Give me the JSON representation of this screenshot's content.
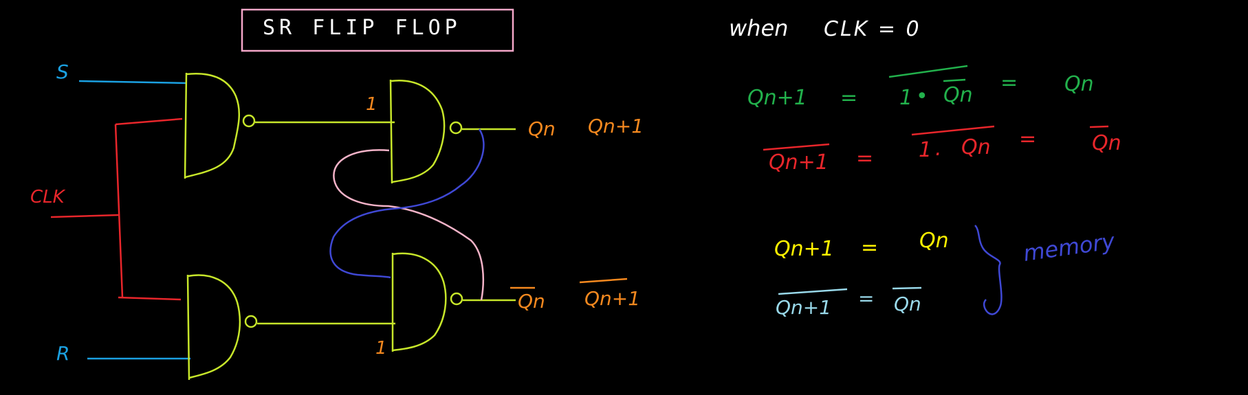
{
  "title": "SR FLIP FLOP",
  "inputs": {
    "s": "S",
    "r": "R",
    "clk": "CLK"
  },
  "gate_inputs": {
    "top": "1",
    "bottom": "1"
  },
  "outputs": {
    "q_n": "Qn",
    "q_n1": "Qn+1",
    "q_n_bar": "Qn",
    "q_n1_bar": "Qn+1"
  },
  "condition": {
    "when": "when",
    "expr": "CLK = 0"
  },
  "eq1": {
    "lhs": "Qn+1",
    "eq": "=",
    "mid_one": "1",
    "mid_dot": "•",
    "mid_var": "Qn",
    "eq2": "=",
    "rhs": "Qn"
  },
  "eq2": {
    "lhs": "Qn+1",
    "eq": "=",
    "mid_one": "1",
    "mid_dot": ".",
    "mid_var": "Qn",
    "eq2": "=",
    "rhs": "Qn"
  },
  "result": {
    "lhs1": "Qn+1",
    "eq1": "=",
    "rhs1": "Qn",
    "lhs2": "Qn+1",
    "eq2": "=",
    "rhs2": "Qn",
    "note": "memory"
  },
  "colors": {
    "background": "#000000",
    "title_box": "#f4a6c8",
    "input_wire": "#1ba1e2",
    "clk": "#e8262b",
    "gate": "#c7e62a",
    "output": "#f6891f",
    "feedback_top": "#f4b3c8",
    "feedback_bottom": "#3f48d4",
    "eq1": "#22b14c",
    "eq2": "#e8262b",
    "result1": "#fff200",
    "result2": "#99d9ea",
    "memory": "#3f48d4",
    "text": "#ffffff"
  }
}
